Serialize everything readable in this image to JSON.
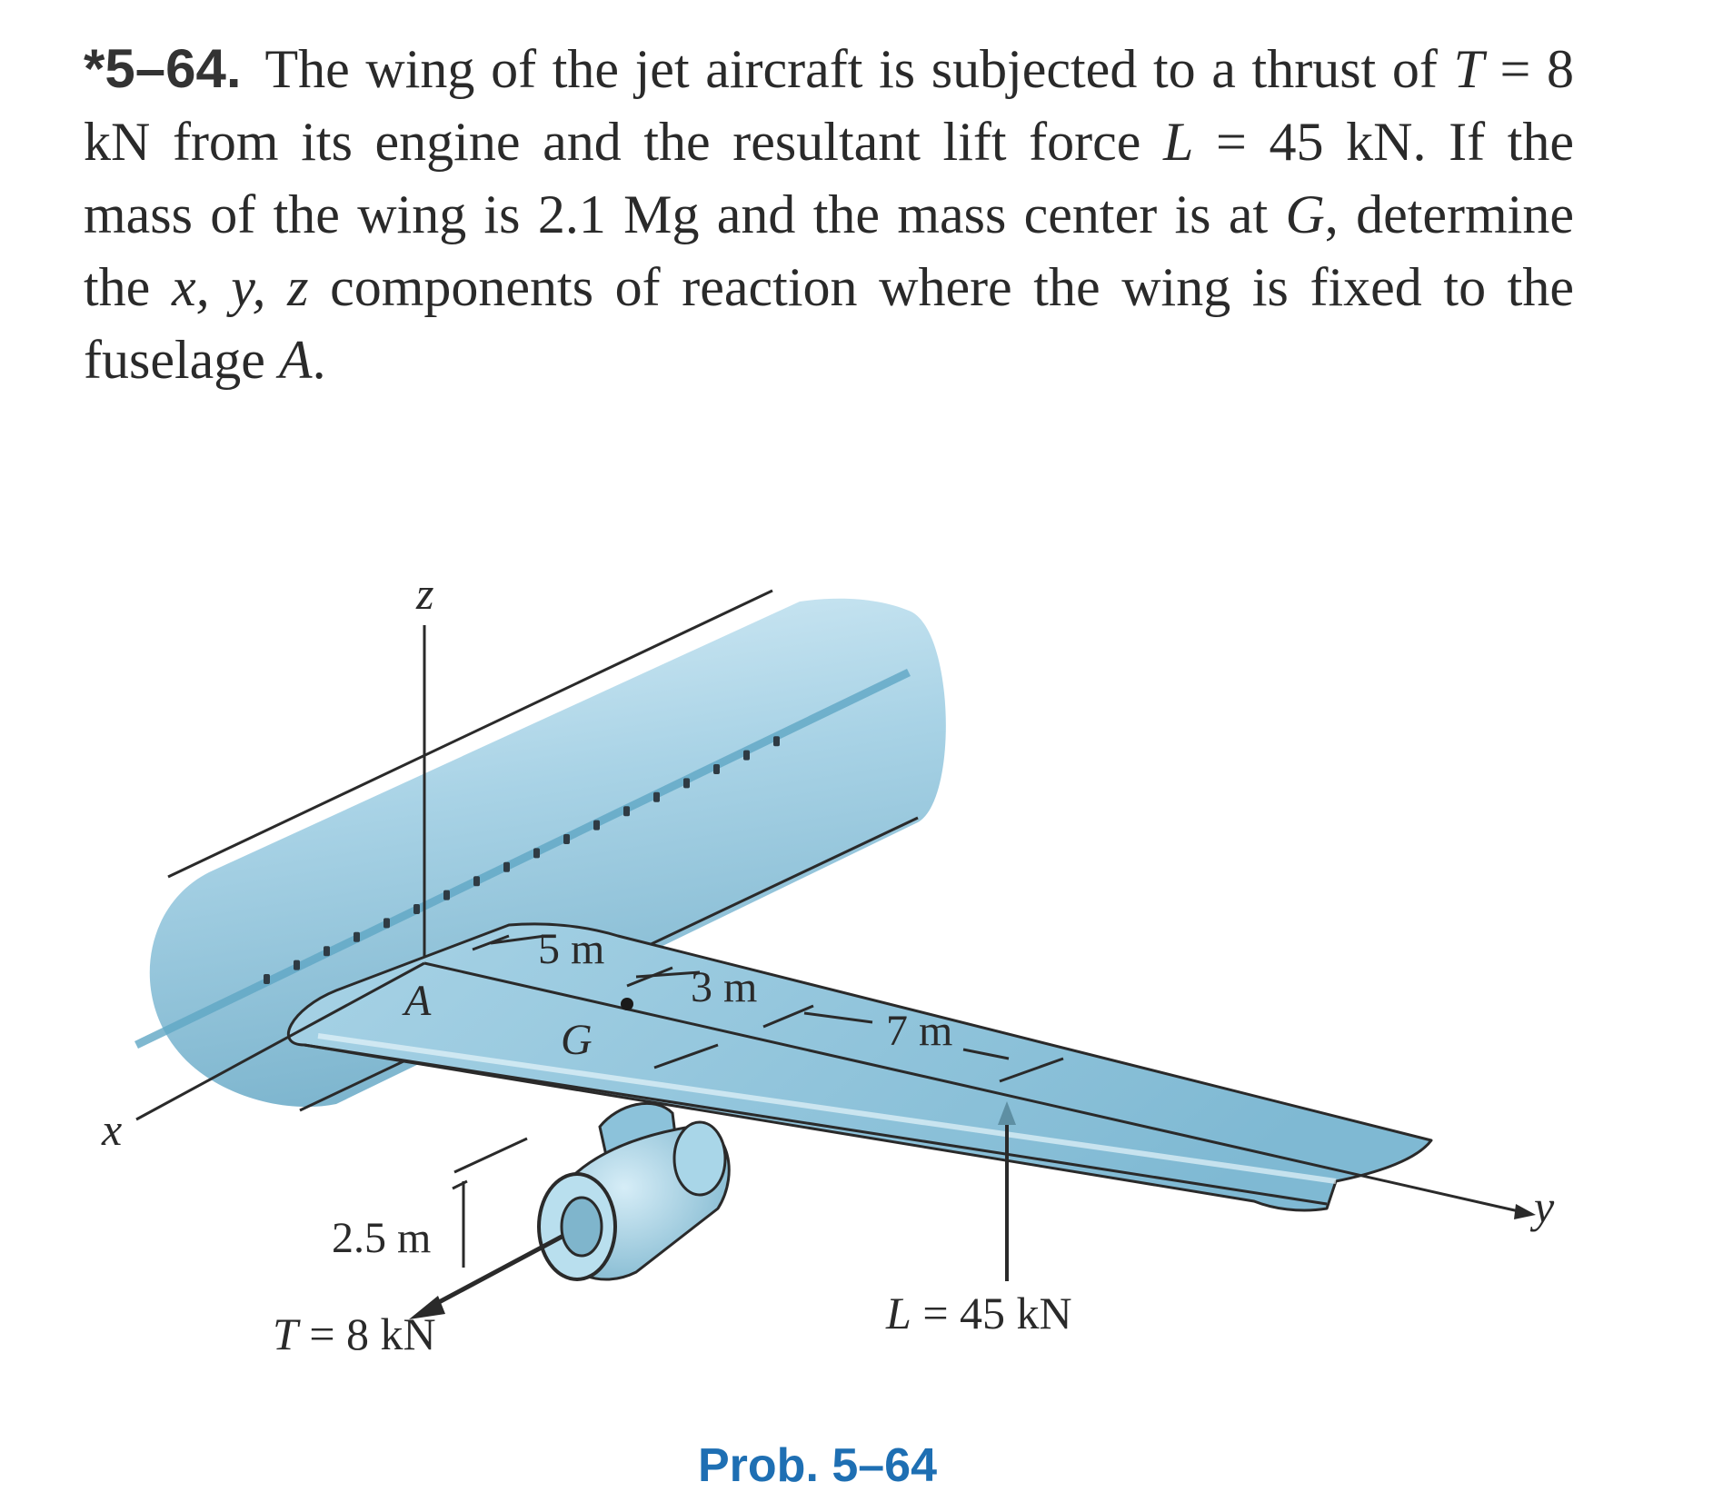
{
  "problem": {
    "number": "*5–64.",
    "segments": [
      {
        "t": "The wing of the jet aircraft is subjected to a thrust of "
      },
      {
        "t": "T",
        "i": true
      },
      {
        "t": " = 8 kN from its engine and the resultant lift force "
      },
      {
        "t": "L",
        "i": true
      },
      {
        "t": " = 45 kN. If the mass of the wing is 2.1 Mg and the mass center is at "
      },
      {
        "t": "G",
        "i": true
      },
      {
        "t": ", determine the "
      },
      {
        "t": "x, y, z",
        "i": true
      },
      {
        "t": " components of reaction where the wing is fixed to the fuselage "
      },
      {
        "t": "A",
        "i": true
      },
      {
        "t": "."
      }
    ]
  },
  "figure": {
    "axis_x": "x",
    "axis_y": "y",
    "axis_z": "z",
    "point_a": "A",
    "point_g": "G",
    "dim_5m": "5 m",
    "dim_3m": "3 m",
    "dim_7m": "7 m",
    "dim_2_5m": "2.5 m",
    "thrust_label": "T = 8 kN",
    "lift_label": "L = 45 kN",
    "caption": "Prob. 5–64"
  },
  "colors": {
    "fuselage": "#a9d3e6",
    "wing": "#8fc4dc",
    "engine": "#9fcfe3",
    "caption": "#1e6fb3"
  }
}
